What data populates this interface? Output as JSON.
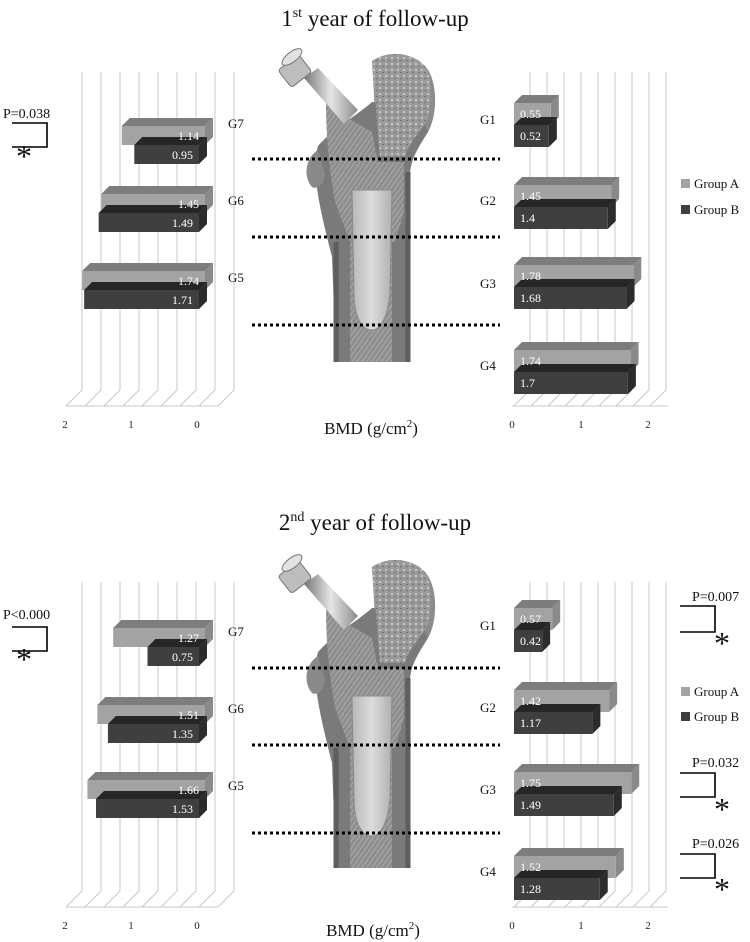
{
  "colors": {
    "group_a": "#a3a3a3",
    "group_a_top": "#7d7d7d",
    "group_a_side": "#8a8a8a",
    "group_b": "#3f3f3f",
    "group_b_top": "#262626",
    "group_b_side": "#2c2c2c",
    "grid": "#c8c8c8"
  },
  "bmd_label": "BMD (g/cm",
  "bmd_sup": "2",
  "bmd_close": ")",
  "chart_data": [
    {
      "panel": "1st year of follow-up",
      "title_num": "1",
      "title_sup": "st",
      "title_rest": " year of follow-up",
      "type": "bar",
      "legend": [
        "Group A",
        "Group B"
      ],
      "left_chart": {
        "axis_ticks": [
          "2",
          "1",
          "0"
        ],
        "xlim": [
          0,
          2
        ],
        "reversed": true,
        "zones": [
          {
            "zone": "G7",
            "group_a": 1.14,
            "group_b": 0.95
          },
          {
            "zone": "G6",
            "group_a": 1.45,
            "group_b": 1.49
          },
          {
            "zone": "G5",
            "group_a": 1.74,
            "group_b": 1.71
          }
        ],
        "annotations": [
          {
            "zone": "G7",
            "p": "P=0.038",
            "star": "*"
          }
        ]
      },
      "right_chart": {
        "axis_ticks": [
          "0",
          "1",
          "2"
        ],
        "xlim": [
          0,
          2
        ],
        "zones": [
          {
            "zone": "G1",
            "group_a": 0.55,
            "group_b": 0.52
          },
          {
            "zone": "G2",
            "group_a": 1.45,
            "group_b": 1.4
          },
          {
            "zone": "G3",
            "group_a": 1.78,
            "group_b": 1.68
          },
          {
            "zone": "G4",
            "group_a": 1.74,
            "group_b": 1.7
          }
        ],
        "annotations": []
      }
    },
    {
      "panel": "2nd year of follow-up",
      "title_num": "2",
      "title_sup": "nd",
      "title_rest": " year of follow-up",
      "type": "bar",
      "legend": [
        "Group A",
        "Group B"
      ],
      "left_chart": {
        "axis_ticks": [
          "2",
          "1",
          "0"
        ],
        "xlim": [
          0,
          2
        ],
        "reversed": true,
        "zones": [
          {
            "zone": "G7",
            "group_a": 1.27,
            "group_b": 0.75
          },
          {
            "zone": "G6",
            "group_a": 1.51,
            "group_b": 1.35
          },
          {
            "zone": "G5",
            "group_a": 1.66,
            "group_b": 1.53
          }
        ],
        "annotations": [
          {
            "zone": "G7",
            "p": "P<0.000",
            "star": "*"
          }
        ]
      },
      "right_chart": {
        "axis_ticks": [
          "0",
          "1",
          "2"
        ],
        "xlim": [
          0,
          2
        ],
        "zones": [
          {
            "zone": "G1",
            "group_a": 0.57,
            "group_b": 0.42
          },
          {
            "zone": "G2",
            "group_a": 1.42,
            "group_b": 1.17
          },
          {
            "zone": "G3",
            "group_a": 1.75,
            "group_b": 1.49
          },
          {
            "zone": "G4",
            "group_a": 1.52,
            "group_b": 1.28
          }
        ],
        "annotations": [
          {
            "zone": "G1",
            "p": "P=0.007",
            "star": "*"
          },
          {
            "zone": "G3",
            "p": "P=0.032",
            "star": "*"
          },
          {
            "zone": "G4",
            "p": "P=0.026",
            "star": "*"
          }
        ]
      }
    }
  ]
}
